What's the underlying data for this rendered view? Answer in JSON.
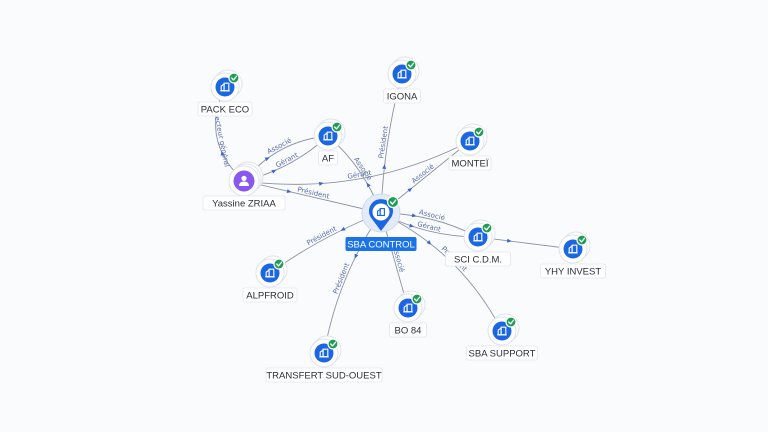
{
  "graph": {
    "center": {
      "id": "sba-control",
      "label": "SBA CONTROL"
    },
    "nodes": [
      {
        "id": "pack-eco",
        "label": "PACK ECO",
        "kind": "company",
        "verified": true
      },
      {
        "id": "igona",
        "label": "IGONA",
        "kind": "company",
        "verified": true
      },
      {
        "id": "af",
        "label": "AF",
        "kind": "company",
        "verified": true
      },
      {
        "id": "montei",
        "label": "MONTEÏ",
        "kind": "company",
        "verified": true
      },
      {
        "id": "yassine-zriaa",
        "label": "Yassine ZRIAA",
        "kind": "person",
        "verified": false
      },
      {
        "id": "sci-cdm",
        "label": "SCI C.D.M.",
        "kind": "company",
        "verified": true
      },
      {
        "id": "yhy-invest",
        "label": "YHY INVEST",
        "kind": "company",
        "verified": true
      },
      {
        "id": "alpfroid",
        "label": "ALPFROID",
        "kind": "company",
        "verified": true
      },
      {
        "id": "bo-84",
        "label": "BO 84",
        "kind": "company",
        "verified": true
      },
      {
        "id": "sba-support",
        "label": "SBA SUPPORT",
        "kind": "company",
        "verified": true
      },
      {
        "id": "transfert-sud-ouest",
        "label": "TRANSFERT SUD-OUEST",
        "kind": "company",
        "verified": true
      }
    ],
    "edges": [
      {
        "from": "yassine-zriaa",
        "to": "pack-eco",
        "label": "Directeur général"
      },
      {
        "from": "yassine-zriaa",
        "to": "af",
        "label": "Gérant"
      },
      {
        "from": "yassine-zriaa",
        "to": "af",
        "label": "Associé"
      },
      {
        "from": "yassine-zriaa",
        "to": "montei",
        "label": "Gérant"
      },
      {
        "from": "yassine-zriaa",
        "to": "sba-control",
        "label": "Président"
      },
      {
        "from": "sba-control",
        "to": "af",
        "label": "Associé"
      },
      {
        "from": "sba-control",
        "to": "igona",
        "label": "Président"
      },
      {
        "from": "sba-control",
        "to": "montei",
        "label": "Associé"
      },
      {
        "from": "sba-control",
        "to": "sci-cdm",
        "label": "Gérant"
      },
      {
        "from": "sba-control",
        "to": "sci-cdm",
        "label": "Associé"
      },
      {
        "from": "sci-cdm",
        "to": "yhy-invest",
        "label": ""
      },
      {
        "from": "sba-control",
        "to": "alpfroid",
        "label": "Président"
      },
      {
        "from": "sba-control",
        "to": "bo-84",
        "label": "Associé"
      },
      {
        "from": "sba-control",
        "to": "sba-support",
        "label": "Président"
      },
      {
        "from": "sba-control",
        "to": "transfert-sud-ouest",
        "label": "Président"
      }
    ]
  },
  "colors": {
    "company": "#1a66e3",
    "person": "#8a58ef",
    "verified": "#1f9d55",
    "center_label": "#1a73e8",
    "edge": "#8c93a3",
    "edge_label": "#5a6ea8"
  },
  "icons": {
    "company": "building-icon",
    "person": "person-icon",
    "verified": "verified-check-icon"
  }
}
